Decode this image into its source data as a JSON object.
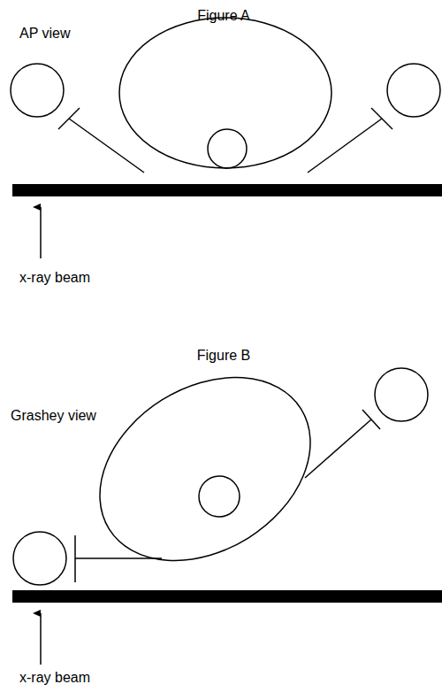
{
  "diagram": {
    "labels": [
      "Figure A",
      "AP view",
      "x-ray beam",
      "Figure B",
      "Grashey view",
      "x-ray beam"
    ]
  }
}
